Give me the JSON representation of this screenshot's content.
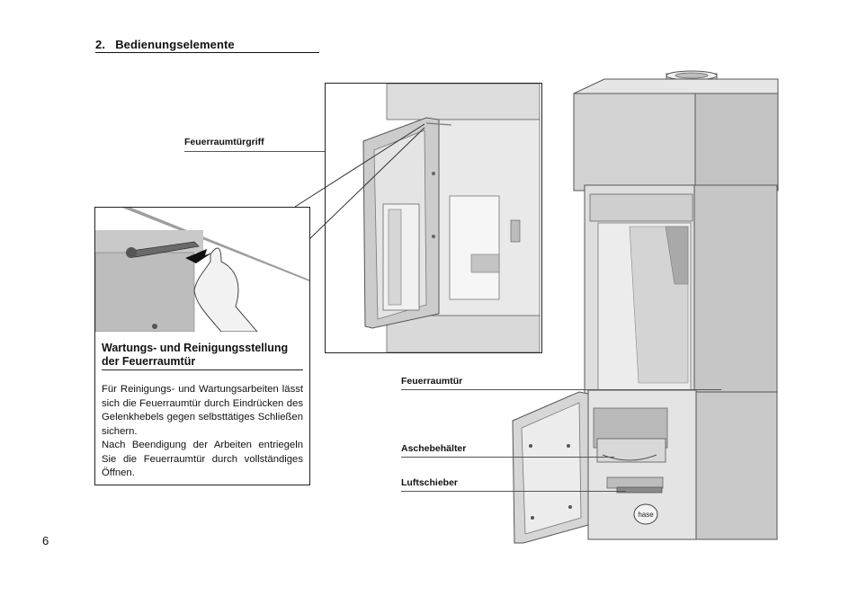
{
  "section": {
    "number": "2.",
    "title": "Bedienungselemente"
  },
  "callouts": {
    "door_handle": "Feuerraumtürgriff",
    "fire_door": "Feuerraumtür",
    "ash_container": "Aschebehälter",
    "air_slide": "Luftschieber"
  },
  "info_box": {
    "title": "Wartungs- und Reinigungsstellung der Feuerraumtür",
    "paragraph1": "Für Reinigungs- und Wartungsarbeiten lässt sich die Feuerraumtür durch Eindrücken des Gelenkhebels gegen selbsttätiges Schließen sichern.",
    "paragraph2": "Nach Beendigung der Arbeiten entriegeln Sie die Feuerraumtür durch vollständiges Öffnen."
  },
  "stove_logo": "hase",
  "page_number": "6"
}
